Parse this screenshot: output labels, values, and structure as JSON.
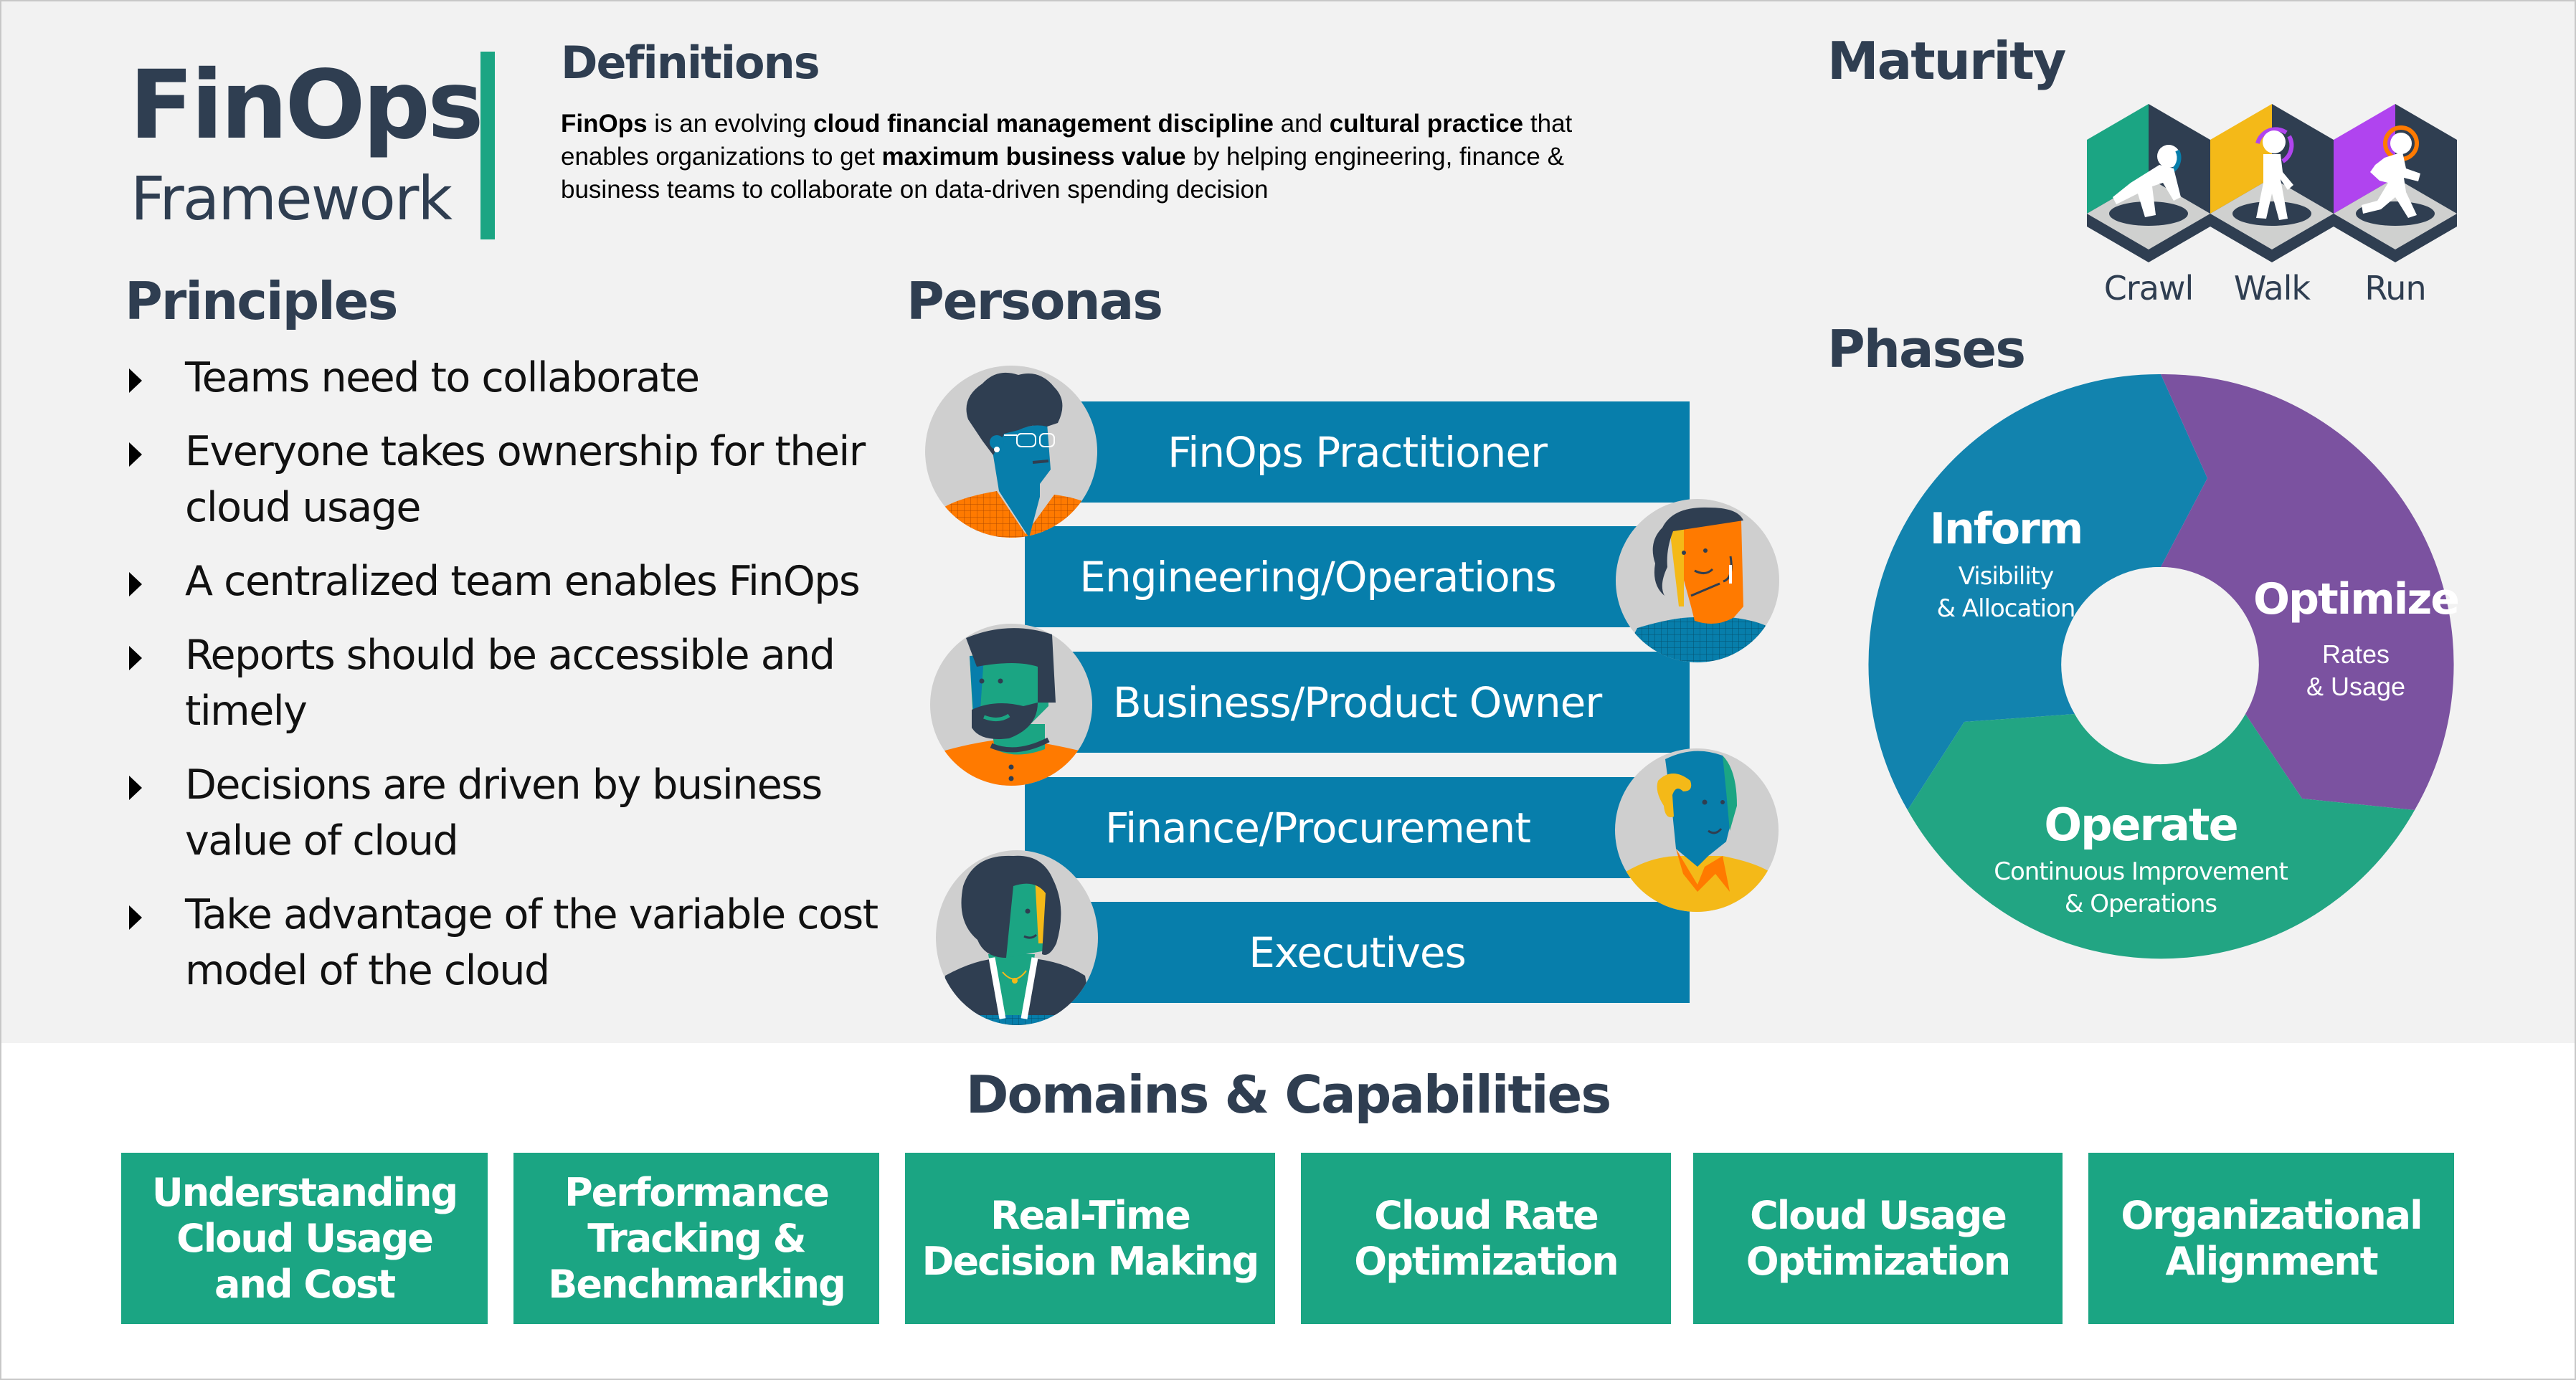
{
  "header": {
    "title": "FinOps",
    "subtitle": "Framework"
  },
  "definitions": {
    "heading": "Definitions",
    "body": [
      {
        "text": "FinOps",
        "bold": true
      },
      {
        "text": " is an evolving ",
        "bold": false
      },
      {
        "text": "cloud financial management discipline",
        "bold": true
      },
      {
        "text": " and ",
        "bold": false
      },
      {
        "text": "cultural practice",
        "bold": true
      },
      {
        "text": " that enables organizations to get ",
        "bold": false
      },
      {
        "text": "maximum business value",
        "bold": true
      },
      {
        "text": " by helping engineering, finance & business teams to collaborate on data-driven spending decision",
        "bold": false
      }
    ]
  },
  "principles": {
    "heading": "Principles",
    "items": [
      "Teams need to collaborate",
      "Everyone takes ownership for their cloud usage",
      "A centralized team enables FinOps",
      "Reports should be accessible and timely",
      "Decisions are driven by business value of cloud",
      "Take advantage of the variable cost model of the cloud"
    ]
  },
  "personas": {
    "heading": "Personas",
    "items": [
      {
        "label": "FinOps Practitioner",
        "avatar": "curly-hair-person-with-glasses-avatar",
        "avatar_side": "left"
      },
      {
        "label": "Engineering/Operations",
        "avatar": "woman-with-earring-avatar",
        "avatar_side": "right"
      },
      {
        "label": "Business/Product Owner",
        "avatar": "bearded-man-avatar",
        "avatar_side": "left"
      },
      {
        "label": "Finance/Procurement",
        "avatar": "bald-man-avatar",
        "avatar_side": "right"
      },
      {
        "label": "Executives",
        "avatar": "woman-with-long-hair-avatar",
        "avatar_side": "left"
      }
    ]
  },
  "maturity": {
    "heading": "Maturity",
    "stages": [
      {
        "label": "Crawl",
        "color": "#1ba583",
        "ring": "#077eab"
      },
      {
        "label": "Walk",
        "color": "#f4b918",
        "ring": "#b044ef"
      },
      {
        "label": "Run",
        "color": "#b044ef",
        "ring": "#ff7a00"
      }
    ]
  },
  "phases": {
    "heading": "Phases",
    "items": [
      {
        "name": "Inform",
        "description": [
          "Visibility",
          "& Allocation"
        ],
        "color": "#1283ae"
      },
      {
        "name": "Optimize",
        "description": [
          "Rates",
          "& Usage"
        ],
        "color": "#7b52a0"
      },
      {
        "name": "Operate",
        "description": [
          "Continuous Improvement",
          "& Operations"
        ],
        "color": "#22a583"
      }
    ]
  },
  "domains": {
    "heading": "Domains & Capabilities",
    "items": [
      "Understanding\nCloud Usage\nand Cost",
      "Performance\nTracking &\nBenchmarking",
      "Real-Time\nDecision Making",
      "Cloud Rate\nOptimization",
      "Cloud Usage\nOptimization",
      "Organizational\nAlignment"
    ]
  },
  "colors": {
    "heading": "#2f3e51",
    "accent_green": "#1ba583",
    "persona_blue": "#077eab",
    "background": "#f2f2f2"
  }
}
